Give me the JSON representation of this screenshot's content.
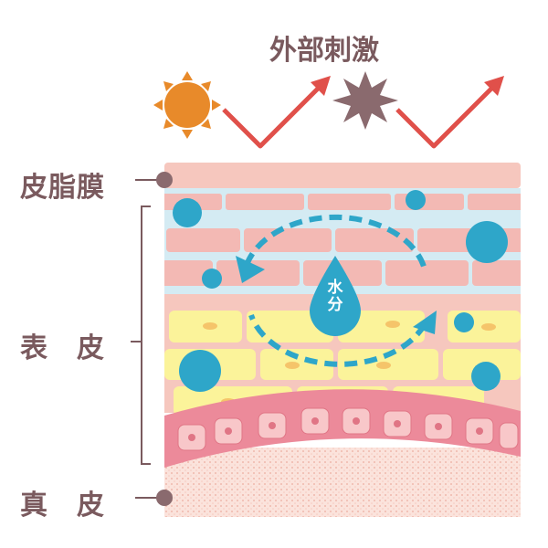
{
  "title": "外部刺激",
  "labels": {
    "sebum_film": "皮脂膜",
    "epidermis": "表　皮",
    "dermis": "真　皮"
  },
  "water_drop": {
    "line1": "水",
    "line2": "分"
  },
  "icons": [
    "sun-icon",
    "irritant-burst-icon",
    "zigzag-arrow-icon",
    "water-drop-icon",
    "circular-arrow-icon"
  ],
  "colors": {
    "sun": "#e88a2a",
    "arrow": "#e0504a",
    "burst": "#8a6a6e",
    "water": "#2ea6c9",
    "sebum": "#f6c7be",
    "stratum": "#d4ebf3",
    "granular": "#fbf39a",
    "basal": "#ec8a9a",
    "label": "#7a5a5e"
  }
}
